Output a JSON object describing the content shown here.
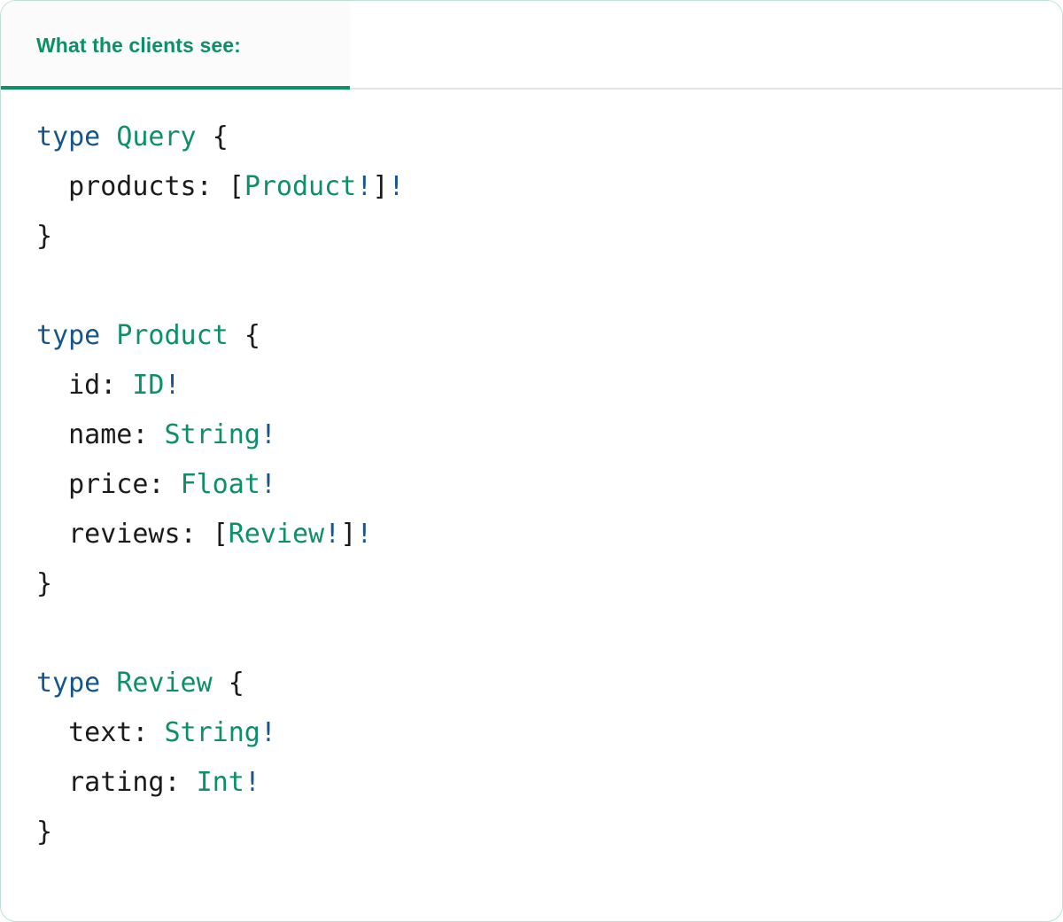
{
  "card": {
    "border_color": "#bfe0d1",
    "background": "#ffffff"
  },
  "header": {
    "active_tab_label": "What the clients see:",
    "accent_color": "#0d9069",
    "tab_background": "#fbfbfb",
    "baseline_color": "#e4e4e4"
  },
  "code": {
    "language": "graphql",
    "colors": {
      "keyword": "#15558d",
      "type": "#0d9069",
      "name": "#1b1b1b",
      "punct": "#1b1b1b",
      "bang": "#1a5490"
    },
    "lines": [
      {
        "tokens": [
          {
            "t": "type",
            "c": "keyword"
          },
          {
            "t": " ",
            "c": "punct"
          },
          {
            "t": "Query",
            "c": "type"
          },
          {
            "t": " ",
            "c": "punct"
          },
          {
            "t": "{",
            "c": "punct"
          }
        ]
      },
      {
        "tokens": [
          {
            "t": "  products",
            "c": "name"
          },
          {
            "t": ": ",
            "c": "punct"
          },
          {
            "t": "[",
            "c": "punct"
          },
          {
            "t": "Product",
            "c": "type"
          },
          {
            "t": "!",
            "c": "bang"
          },
          {
            "t": "]",
            "c": "punct"
          },
          {
            "t": "!",
            "c": "bang"
          }
        ]
      },
      {
        "tokens": [
          {
            "t": "}",
            "c": "punct"
          }
        ]
      },
      {
        "tokens": []
      },
      {
        "tokens": [
          {
            "t": "type",
            "c": "keyword"
          },
          {
            "t": " ",
            "c": "punct"
          },
          {
            "t": "Product",
            "c": "type"
          },
          {
            "t": " ",
            "c": "punct"
          },
          {
            "t": "{",
            "c": "punct"
          }
        ]
      },
      {
        "tokens": [
          {
            "t": "  id",
            "c": "name"
          },
          {
            "t": ": ",
            "c": "punct"
          },
          {
            "t": "ID",
            "c": "type"
          },
          {
            "t": "!",
            "c": "bang"
          }
        ]
      },
      {
        "tokens": [
          {
            "t": "  name",
            "c": "name"
          },
          {
            "t": ": ",
            "c": "punct"
          },
          {
            "t": "String",
            "c": "type"
          },
          {
            "t": "!",
            "c": "bang"
          }
        ]
      },
      {
        "tokens": [
          {
            "t": "  price",
            "c": "name"
          },
          {
            "t": ": ",
            "c": "punct"
          },
          {
            "t": "Float",
            "c": "type"
          },
          {
            "t": "!",
            "c": "bang"
          }
        ]
      },
      {
        "tokens": [
          {
            "t": "  reviews",
            "c": "name"
          },
          {
            "t": ": ",
            "c": "punct"
          },
          {
            "t": "[",
            "c": "punct"
          },
          {
            "t": "Review",
            "c": "type"
          },
          {
            "t": "!",
            "c": "bang"
          },
          {
            "t": "]",
            "c": "punct"
          },
          {
            "t": "!",
            "c": "bang"
          }
        ]
      },
      {
        "tokens": [
          {
            "t": "}",
            "c": "punct"
          }
        ]
      },
      {
        "tokens": []
      },
      {
        "tokens": [
          {
            "t": "type",
            "c": "keyword"
          },
          {
            "t": " ",
            "c": "punct"
          },
          {
            "t": "Review",
            "c": "type"
          },
          {
            "t": " ",
            "c": "punct"
          },
          {
            "t": "{",
            "c": "punct"
          }
        ]
      },
      {
        "tokens": [
          {
            "t": "  text",
            "c": "name"
          },
          {
            "t": ": ",
            "c": "punct"
          },
          {
            "t": "String",
            "c": "type"
          },
          {
            "t": "!",
            "c": "bang"
          }
        ]
      },
      {
        "tokens": [
          {
            "t": "  rating",
            "c": "name"
          },
          {
            "t": ": ",
            "c": "punct"
          },
          {
            "t": "Int",
            "c": "type"
          },
          {
            "t": "!",
            "c": "bang"
          }
        ]
      },
      {
        "tokens": [
          {
            "t": "}",
            "c": "punct"
          }
        ]
      }
    ]
  }
}
